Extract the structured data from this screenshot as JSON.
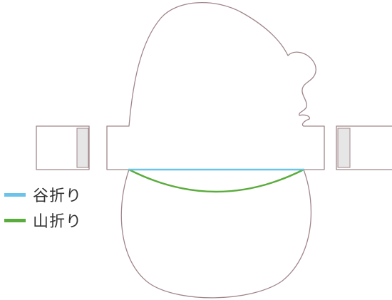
{
  "colors": {
    "cut_line": "#a0868a",
    "valley_fold": "#6cc3ea",
    "mountain_fold": "#5aac3c"
  },
  "tabs": {
    "left_label": "",
    "right_label": ""
  },
  "legend": {
    "items": [
      {
        "label": "谷折り",
        "line": "valley",
        "color": "#6cc3ea"
      },
      {
        "label": "山折り",
        "line": "mountain",
        "color": "#5aac3c"
      }
    ]
  }
}
